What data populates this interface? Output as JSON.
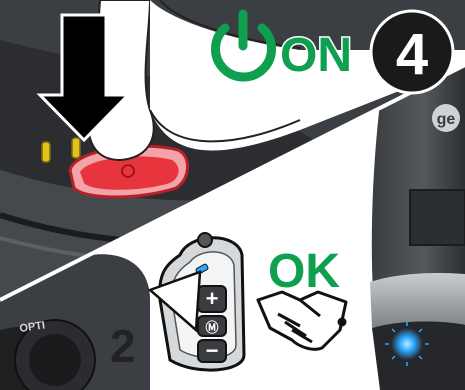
{
  "header": {
    "power_word": "ON",
    "step_number": "4"
  },
  "lower_panel": {
    "status_word": "OK",
    "step_number": "2",
    "device_plus_symbol": "+",
    "device_minus_symbol": "−",
    "device_mic_mark": "Ⓜ",
    "partial_label": "OPTI"
  },
  "base_unit": {
    "brand_mark": "ge",
    "led_color": "#2aa8ff"
  },
  "colors": {
    "accent_green": "#0e9f4f",
    "button_red": "#e8353d",
    "contact_yellow": "#e3c21a"
  }
}
